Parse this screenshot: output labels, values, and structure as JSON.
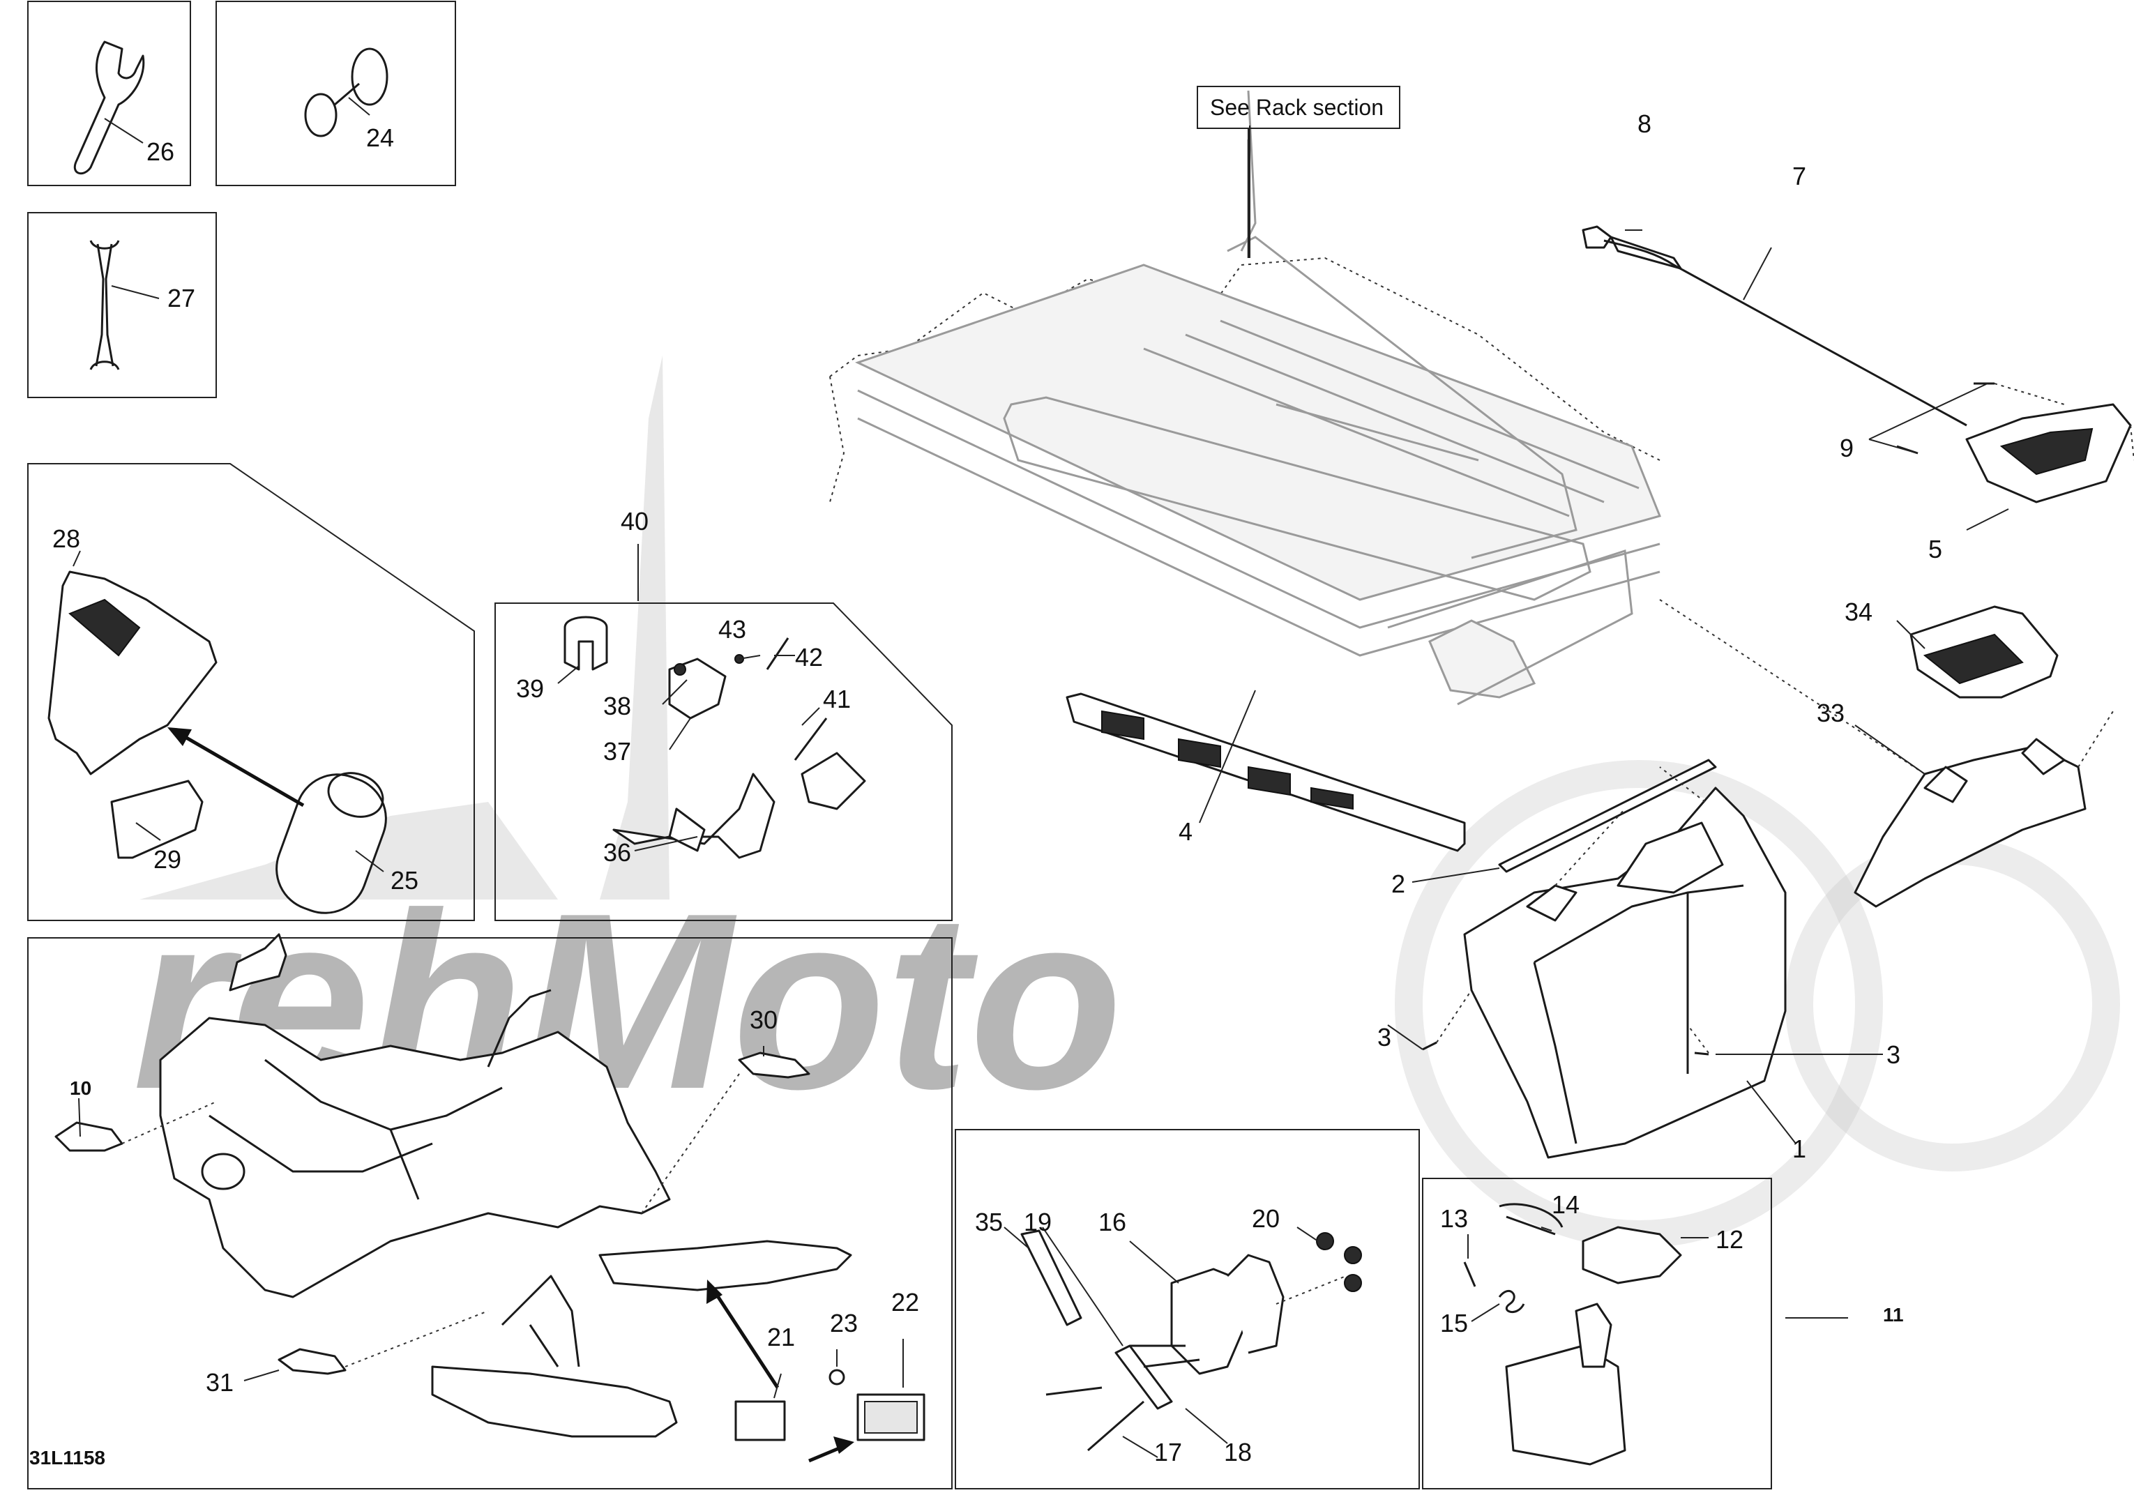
{
  "diagram": {
    "note_label": "See Rack section",
    "drawing_code": "31L1158",
    "callouts": [
      "1",
      "2",
      "3",
      "3",
      "4",
      "5",
      "7",
      "8",
      "9",
      "10",
      "11",
      "12",
      "13",
      "14",
      "15",
      "16",
      "17",
      "18",
      "19",
      "20",
      "21",
      "22",
      "23",
      "24",
      "25",
      "26",
      "27",
      "28",
      "29",
      "30",
      "31",
      "33",
      "34",
      "35",
      "36",
      "37",
      "38",
      "39",
      "40",
      "41",
      "42",
      "43"
    ]
  }
}
